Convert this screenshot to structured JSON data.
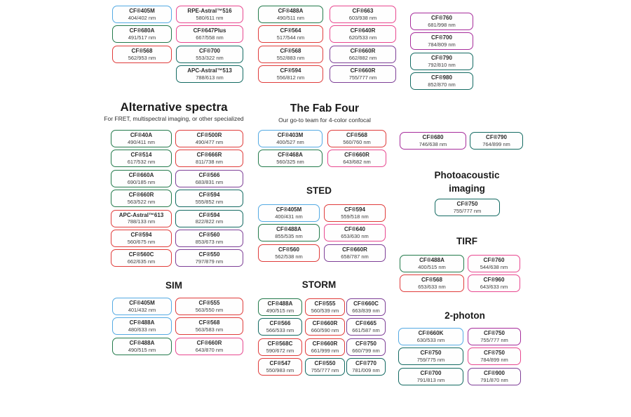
{
  "colors": {
    "blue": "#54aae3",
    "green": "#237a4b",
    "red": "#e03c3b",
    "pink": "#e8478f",
    "purple": "#7e3f97",
    "teal": "#136a62",
    "magenta": "#a62c9b"
  },
  "top_grid": {
    "columns": [
      [
        {
          "name": "CF®405M",
          "ex_em": "404/402 nm",
          "color": "blue"
        },
        {
          "name": "CF®680A",
          "ex_em": "491/517 nm",
          "color": "green"
        },
        {
          "name": "CF®568",
          "ex_em": "562/953 nm",
          "color": "red"
        }
      ],
      [
        {
          "name": "RPE-Astral™516",
          "ex_em": "580/611 nm",
          "color": "pink"
        },
        {
          "name": "CF®647Plus",
          "ex_em": "667/558 nm",
          "color": "pink"
        },
        {
          "name": "CF®700",
          "ex_em": "553/322 nm",
          "color": "teal"
        },
        {
          "name": "APC-Astral™513",
          "ex_em": "788/613 nm",
          "color": "teal"
        }
      ],
      [
        {
          "name": "CF®488A",
          "ex_em": "490/511 nm",
          "color": "green"
        },
        {
          "name": "CF®564",
          "ex_em": "517/544 nm",
          "color": "red"
        },
        {
          "name": "CF®568",
          "ex_em": "552/883 nm",
          "color": "red"
        },
        {
          "name": "CF®594",
          "ex_em": "556/812 nm",
          "color": "red"
        }
      ],
      [
        {
          "name": "CF®663",
          "ex_em": "603/938 nm",
          "color": "pink"
        },
        {
          "name": "CF®640R",
          "ex_em": "620/533 nm",
          "color": "pink"
        },
        {
          "name": "CF®660R",
          "ex_em": "662/882 nm",
          "color": "purple"
        },
        {
          "name": "CF®660R",
          "ex_em": "755/777 nm",
          "color": "purple"
        }
      ],
      [
        {
          "name": "CF®760",
          "ex_em": "681/998 nm",
          "color": "magenta"
        },
        {
          "name": "CF®700",
          "ex_em": "784/809 nm",
          "color": "magenta"
        },
        {
          "name": "CF®790",
          "ex_em": "792/810 nm",
          "color": "teal"
        },
        {
          "name": "CF®980",
          "ex_em": "852/870 nm",
          "color": "teal"
        }
      ]
    ]
  },
  "sections": {
    "alternative": {
      "title": "Alternative spectra",
      "subtitle": "For FRET, multispectral imaging, or other specialized",
      "columns": [
        [
          {
            "name": "CF®40A",
            "ex_em": "490/411 nm",
            "color": "green"
          },
          {
            "name": "CF®514",
            "ex_em": "617/532 nm",
            "color": "green"
          },
          {
            "name": "CF®660A",
            "ex_em": "690/185 nm",
            "color": "green"
          },
          {
            "name": "CF®660R",
            "ex_em": "563/522 nm",
            "color": "green"
          },
          {
            "name": "APC-Astral™613",
            "ex_em": "788/133 nm",
            "color": "red"
          },
          {
            "name": "CF®594",
            "ex_em": "560/675 nm",
            "color": "red"
          },
          {
            "name": "CF®560C",
            "ex_em": "662/635 nm",
            "color": "red"
          }
        ],
        [
          {
            "name": "CF®500R",
            "ex_em": "490/477 nm",
            "color": "red"
          },
          {
            "name": "CF®666R",
            "ex_em": "811/738 nm",
            "color": "red"
          },
          {
            "name": "CF®566",
            "ex_em": "683/831 nm",
            "color": "purple"
          },
          {
            "name": "CF®594",
            "ex_em": "555/852 nm",
            "color": "teal"
          },
          {
            "name": "CF®594",
            "ex_em": "822/822 nm",
            "color": "teal"
          },
          {
            "name": "CF®560",
            "ex_em": "853/673 nm",
            "color": "purple"
          },
          {
            "name": "CF®550",
            "ex_em": "797/879 nm",
            "color": "purple"
          }
        ]
      ]
    },
    "fab_four": {
      "title": "The Fab Four",
      "subtitle": "Our go-to team for 4-color confocal",
      "columns": [
        [
          {
            "name": "CF®403M",
            "ex_em": "400/527 nm",
            "color": "blue"
          },
          {
            "name": "CF®468A",
            "ex_em": "560/325 nm",
            "color": "green"
          }
        ],
        [
          {
            "name": "CF®568",
            "ex_em": "560/760 nm",
            "color": "red"
          },
          {
            "name": "CF®660R",
            "ex_em": "643/682 nm",
            "color": "pink"
          }
        ]
      ]
    },
    "sted": {
      "title": "STED",
      "columns": [
        [
          {
            "name": "CF®405M",
            "ex_em": "400/431 nm",
            "color": "blue"
          },
          {
            "name": "CF®488A",
            "ex_em": "855/535 nm",
            "color": "green"
          },
          {
            "name": "CF®560",
            "ex_em": "562/538 nm",
            "color": "red"
          }
        ],
        [
          {
            "name": "CF®594",
            "ex_em": "559/518 nm",
            "color": "red"
          },
          {
            "name": "CF®640",
            "ex_em": "653/630 nm",
            "color": "pink"
          },
          {
            "name": "CF®660R",
            "ex_em": "658/787 nm",
            "color": "purple"
          }
        ]
      ]
    },
    "nir_pair": {
      "columns": [
        [
          {
            "name": "CF®680",
            "ex_em": "746/638 nm",
            "color": "magenta"
          }
        ],
        [
          {
            "name": "CF®790",
            "ex_em": "764/899 nm",
            "color": "teal"
          }
        ]
      ]
    },
    "photoacoustic": {
      "title": "Photoacoustic imaging",
      "columns": [
        [
          {
            "name": "CF®750",
            "ex_em": "755/777 nm",
            "color": "teal"
          }
        ]
      ]
    },
    "tirf": {
      "title": "TIRF",
      "columns": [
        [
          {
            "name": "CF®488A",
            "ex_em": "400/515 nm",
            "color": "green"
          },
          {
            "name": "CF®568",
            "ex_em": "653/633 nm",
            "color": "red"
          }
        ],
        [
          {
            "name": "CF®760",
            "ex_em": "544/638 nm",
            "color": "pink"
          },
          {
            "name": "CF®960",
            "ex_em": "643/633 nm",
            "color": "pink"
          }
        ]
      ]
    },
    "sim": {
      "title": "SIM",
      "columns": [
        [
          {
            "name": "CF®405M",
            "ex_em": "401/432 nm",
            "color": "blue"
          },
          {
            "name": "CF®488A",
            "ex_em": "480/633 nm",
            "color": "blue"
          },
          {
            "name": "CF®488A",
            "ex_em": "490/515 nm",
            "color": "green"
          }
        ],
        [
          {
            "name": "CF®555",
            "ex_em": "563/550 nm",
            "color": "red"
          },
          {
            "name": "CF®568",
            "ex_em": "563/583 nm",
            "color": "red"
          },
          {
            "name": "CF®660R",
            "ex_em": "643/870 nm",
            "color": "pink"
          }
        ]
      ]
    },
    "storm": {
      "title": "STORM",
      "columns": [
        [
          {
            "name": "CF®488A",
            "ex_em": "490/515 nm",
            "color": "green"
          },
          {
            "name": "CF®566",
            "ex_em": "566/533 nm",
            "color": "teal"
          },
          {
            "name": "CF®568C",
            "ex_em": "590/672 nm",
            "color": "red"
          },
          {
            "name": "CF®547",
            "ex_em": "550/983 nm",
            "color": "red"
          }
        ],
        [
          {
            "name": "CF®555",
            "ex_em": "560/539 nm",
            "color": "red"
          },
          {
            "name": "CF®660R",
            "ex_em": "660/590 nm",
            "color": "red"
          },
          {
            "name": "CF®660R",
            "ex_em": "661/999 nm",
            "color": "red"
          },
          {
            "name": "CF®550",
            "ex_em": "755/777 nm",
            "color": "teal"
          }
        ],
        [
          {
            "name": "CF®660C",
            "ex_em": "663/839 nm",
            "color": "purple"
          },
          {
            "name": "CF®665",
            "ex_em": "661/587 nm",
            "color": "purple"
          },
          {
            "name": "CF®750",
            "ex_em": "660/799 nm",
            "color": "purple"
          },
          {
            "name": "CF®770",
            "ex_em": "781/009 nm",
            "color": "teal"
          }
        ]
      ]
    },
    "two_photon": {
      "title": "2-photon",
      "columns": [
        [
          {
            "name": "CF®660K",
            "ex_em": "630/533 nm",
            "color": "blue"
          },
          {
            "name": "CF®750",
            "ex_em": "759/775 nm",
            "color": "teal"
          },
          {
            "name": "CF®700",
            "ex_em": "791/813 nm",
            "color": "teal"
          }
        ],
        [
          {
            "name": "CF®750",
            "ex_em": "755/777 nm",
            "color": "magenta"
          },
          {
            "name": "CF®750",
            "ex_em": "784/899 nm",
            "color": "pink"
          },
          {
            "name": "CF®900",
            "ex_em": "791/870 nm",
            "color": "purple"
          }
        ]
      ]
    }
  }
}
